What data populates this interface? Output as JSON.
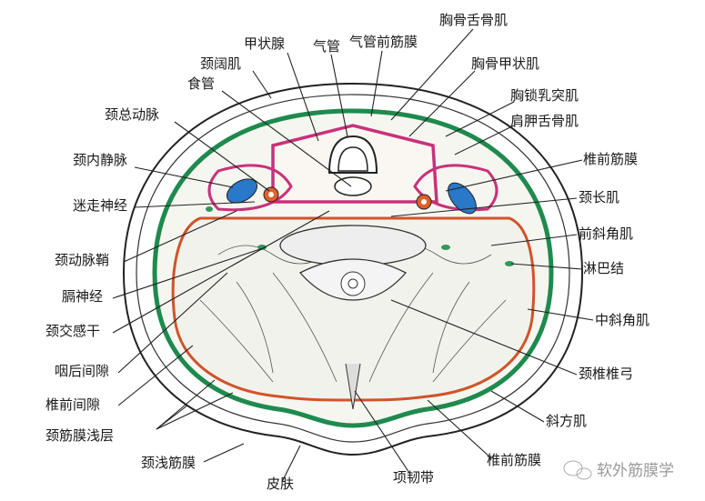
{
  "title": "颈部横断面筋膜示意图",
  "colors": {
    "fascia_superficial": "#1e8a4e",
    "prevertebral": "#d0542a",
    "pretracheal": "#c8327a",
    "vein": "#2a78c8",
    "artery": "#e0602a"
  },
  "labels": {
    "sternohyoid": "胸骨舌骨肌",
    "thyroid": "甲状腺",
    "trachea": "气管",
    "pretracheal_fascia": "气管前筋膜",
    "platysma": "颈阔肌",
    "sternothyroid": "胸骨甲状肌",
    "esophagus": "食管",
    "sternocleidomastoid": "胸锁乳突肌",
    "common_carotid": "颈总动脉",
    "omohyoid": "肩胛舌骨肌",
    "internal_jugular": "颈内静脉",
    "prevertebral_fascia_right": "椎前筋膜",
    "vagus": "迷走神经",
    "longus_colli": "颈长肌",
    "anterior_scalene": "前斜角肌",
    "carotid_sheath": "颈动脉鞘",
    "lymph_node": "淋巴结",
    "phrenic": "膈神经",
    "sympathetic_trunk": "颈交感干",
    "middle_scalene": "中斜角肌",
    "retropharyngeal_space": "咽后间隙",
    "vertebral_arch": "颈椎椎弓",
    "prevertebral_space": "椎前间隙",
    "trapezius": "斜方肌",
    "superficial_layer": "颈筋膜浅层",
    "superficial_fascia": "颈浅筋膜",
    "prevertebral_fascia_bottom": "椎前筋膜",
    "skin": "皮肤",
    "nuchal_ligament": "项韧带"
  },
  "watermark": "软外筋膜学"
}
